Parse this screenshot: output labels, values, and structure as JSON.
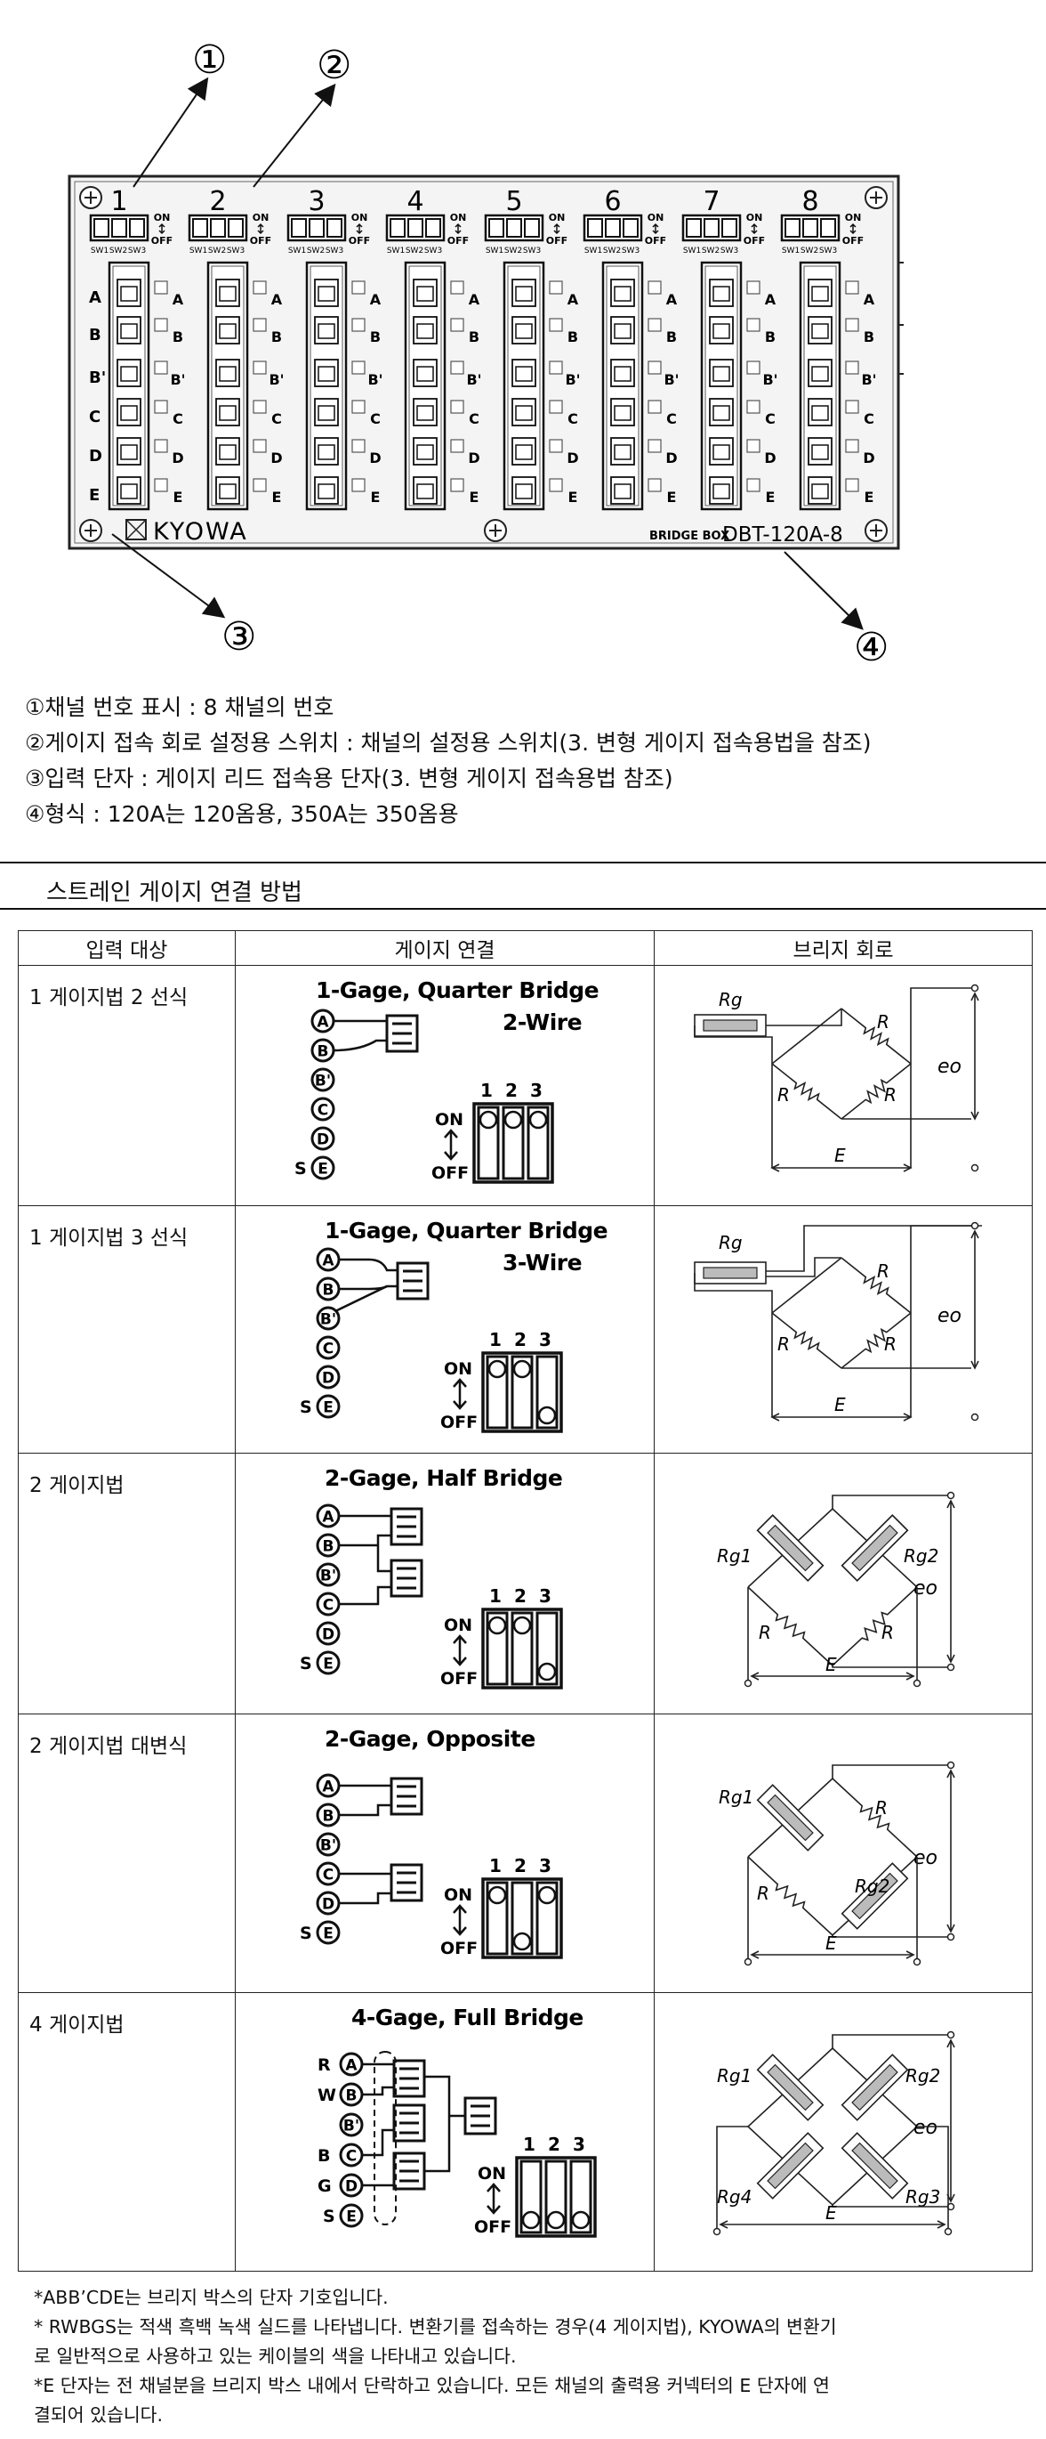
{
  "device": {
    "callouts": [
      "①",
      "②",
      "③",
      "④"
    ],
    "channels": [
      "1",
      "2",
      "3",
      "4",
      "5",
      "6",
      "7",
      "8"
    ],
    "switch_labels": [
      "SW1",
      "SW2",
      "SW3"
    ],
    "on_label": "ON",
    "off_label": "OFF",
    "terminal_letters": [
      "A",
      "B",
      "B'",
      "C",
      "D",
      "E"
    ],
    "brand": "KYOWA",
    "bridge_box_label": "BRIDGE BOX",
    "model": "DBT-120A-8"
  },
  "descriptions": [
    "①채널 번호 표시 : 8 채널의 번호",
    "②게이지 접속 회로 설정용 스위치 : 채널의 설정용 스위치(3. 변형 게이지 접속용법을 참조)",
    "③입력 단자 : 게이지 리드 접속용 단자(3. 변형 게이지 접속용법 참조)",
    "④형식 : 120A는 120옴용, 350A는 350옴용"
  ],
  "section_title": "스트레인 게이지 연결 방법",
  "table": {
    "headers": [
      "입력 대상",
      "게이지 연결",
      "브리지 회로"
    ],
    "rows": [
      {
        "label": "1 게이지법 2 선식",
        "title": "1-Gage, Quarter Bridge",
        "subtitle": "2-Wire",
        "switch_states": [
          "ON",
          "ON",
          "ON"
        ]
      },
      {
        "label": "1 게이지법 3 선식",
        "title": "1-Gage, Quarter Bridge",
        "subtitle": "3-Wire",
        "switch_states": [
          "ON",
          "ON",
          "OFF"
        ]
      },
      {
        "label": "2 게이지법",
        "title": "2-Gage, Half Bridge",
        "subtitle": "",
        "switch_states": [
          "ON",
          "ON",
          "OFF"
        ]
      },
      {
        "label": "2 게이지법 대변식",
        "title": "2-Gage, Opposite",
        "subtitle": "",
        "switch_states": [
          "ON",
          "OFF",
          "ON"
        ]
      },
      {
        "label": "4 게이지법",
        "title": "4-Gage, Full Bridge",
        "subtitle": "",
        "switch_states": [
          "OFF",
          "OFF",
          "OFF"
        ]
      }
    ],
    "switch_numbers": [
      "1",
      "2",
      "3"
    ],
    "switch_on": "ON",
    "switch_off": "OFF",
    "terminals": [
      "A",
      "B",
      "B'",
      "C",
      "D",
      "E"
    ],
    "terminal_s": "S",
    "wire_colors": [
      "R",
      "W",
      "B",
      "G"
    ],
    "circuit_labels": {
      "rg": "Rg",
      "r": "R",
      "e": "E",
      "eo": "eo",
      "rg1": "Rg1",
      "rg2": "Rg2",
      "rg3": "Rg3",
      "rg4": "Rg4"
    }
  },
  "notes": [
    "*ABB’CDE는 브리지 박스의 단자 기호입니다.",
    "* RWBGS는 적색 흑백 녹색 실드를 나타냅니다. 변환기를 접속하는 경우(4 게이지법), KYOWA의 변환기",
    "로 일반적으로 사용하고 있는 케이블의 색을 나타내고 있습니다.",
    "*E 단자는 전 채널분을 브리지 박스 내에서 단락하고 있습니다. 모든 채널의 출력용 커넥터의 E 단자에 연",
    "결되어 있습니다."
  ]
}
